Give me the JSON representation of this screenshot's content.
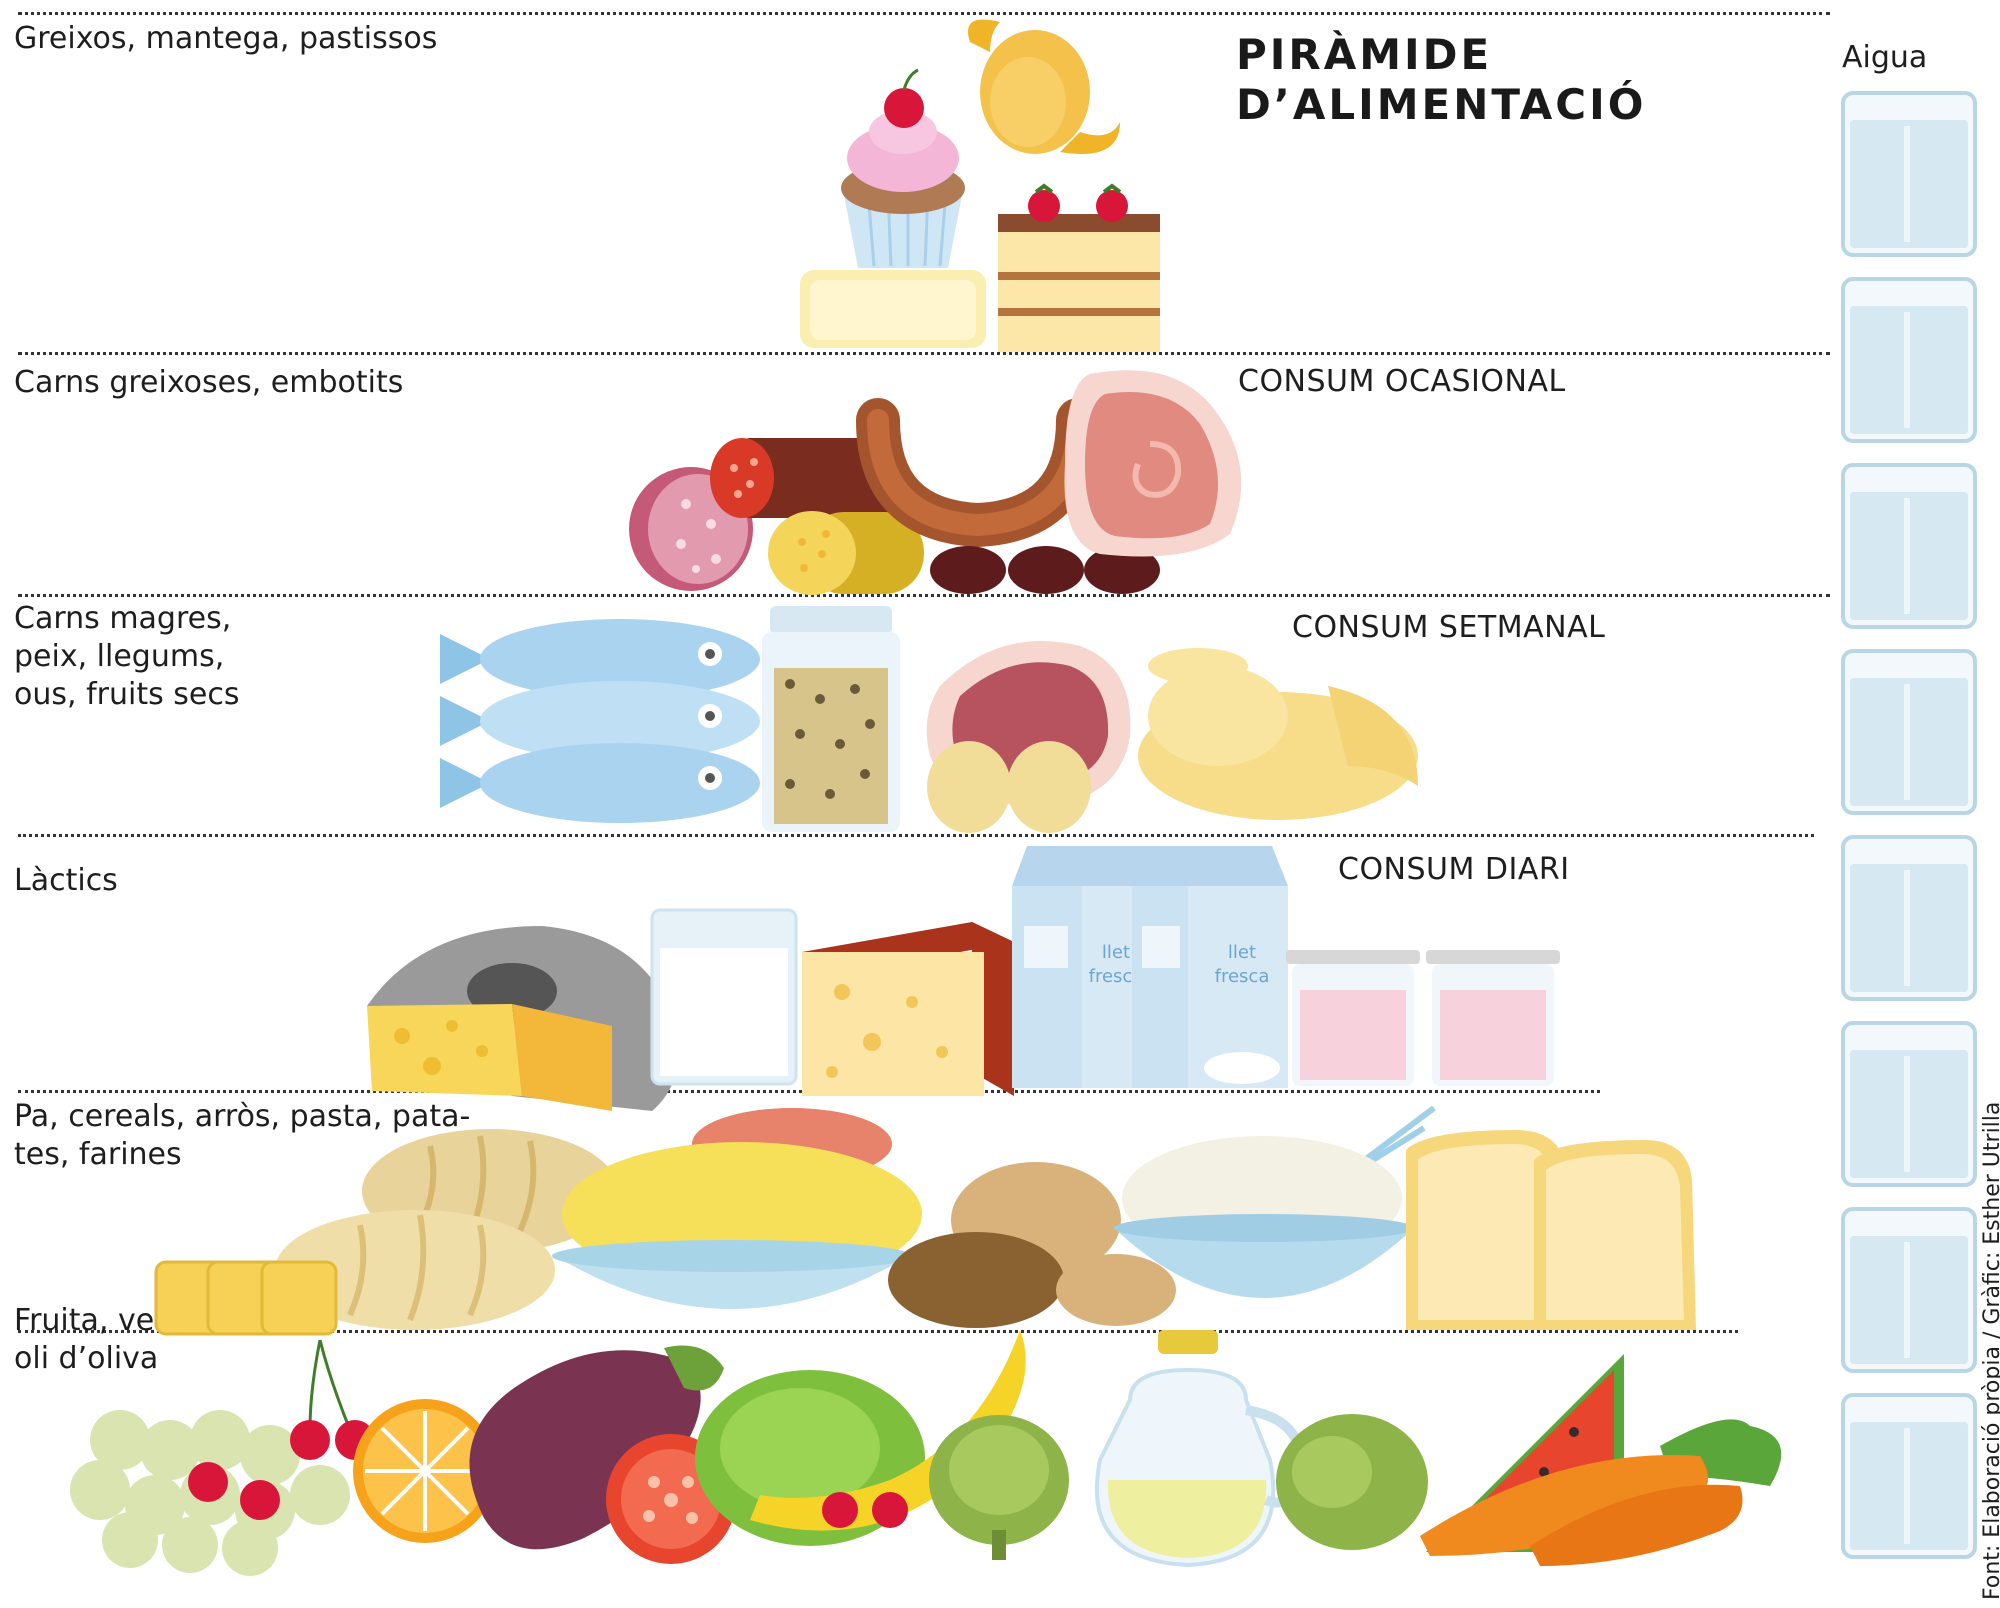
{
  "title": "PIRÀMIDE\nD’ALIMENTACIÓ",
  "water": {
    "label": "Aigua",
    "glass_count": 8
  },
  "consumption": {
    "occasional": "CONSUM OCASIONAL",
    "weekly": "CONSUM SETMANAL",
    "daily": "CONSUM DIARI"
  },
  "levels": [
    {
      "label": "Greixos, mantega, pastissos"
    },
    {
      "label": "Carns greixoses, embotits"
    },
    {
      "label": "Carns magres,\npeix, llegums,\nous, fruits secs"
    },
    {
      "label": "Làctics"
    },
    {
      "label": "Pa, cereals, arròs, pasta, pata-\ntes, farines"
    },
    {
      "label": "Fruita, verdura,\noli d’oliva"
    }
  ],
  "milk_carton_text": "llet\nfresca",
  "credit": "Font: Elaboració pròpia / Gràfic: Esther Utrilla",
  "colors": {
    "water": "#d6e8f2",
    "glass_outline": "#b8d6e6",
    "divider": "#333333"
  }
}
